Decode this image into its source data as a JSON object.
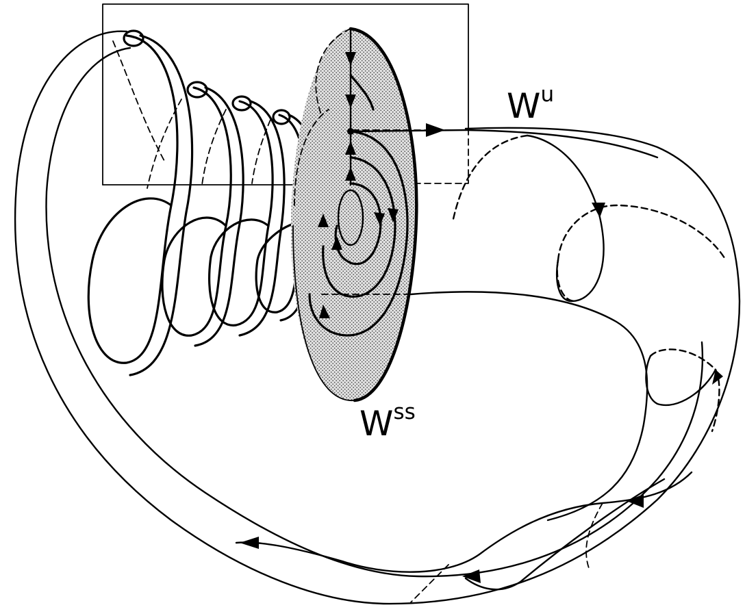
{
  "labels": {
    "unstable": {
      "base": "W",
      "sup": "u"
    },
    "strong_stable": {
      "base": "W",
      "sup": "ss"
    }
  },
  "colors": {
    "ink": "#000000",
    "paper": "#ffffff",
    "shade": "#d6d6d6"
  }
}
